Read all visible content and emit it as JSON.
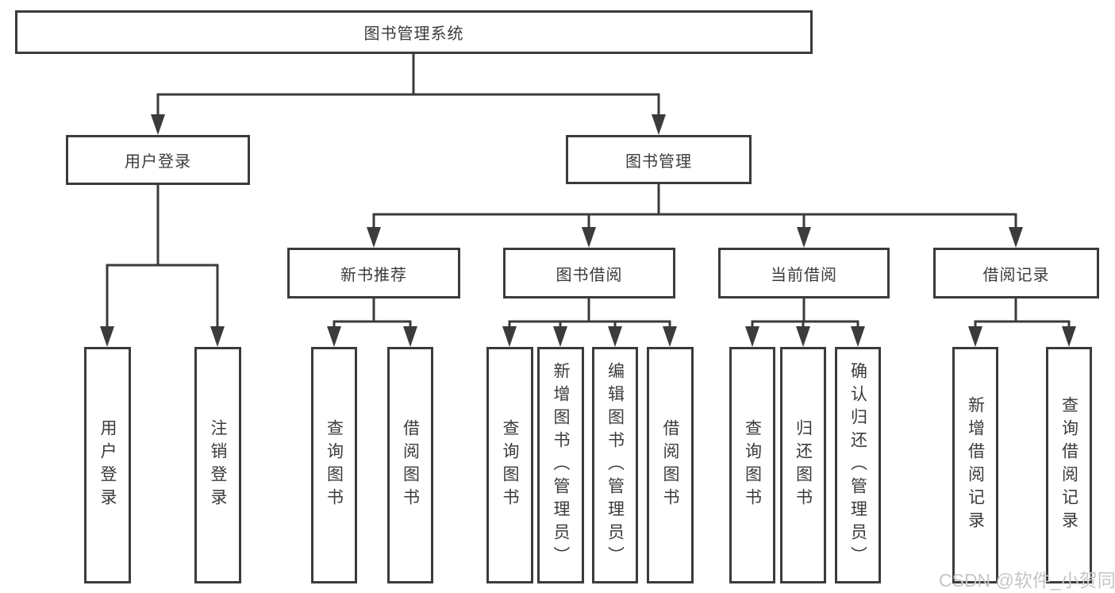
{
  "colors": {
    "line": "#3b3b3b",
    "box_border": "#3b3b3b",
    "text": "#3b3b3b",
    "box_background": "#ffffff",
    "page_background": "#ffffff",
    "watermark": "#c6c6c6"
  },
  "watermark": {
    "text": "CSDN @软件_小贺同学"
  },
  "tree": {
    "label": "图书管理系统",
    "children": [
      {
        "label": "用户登录",
        "children": [
          {
            "label": "用户登录"
          },
          {
            "label": "注销登录"
          }
        ]
      },
      {
        "label": "图书管理",
        "children": [
          {
            "label": "新书推荐",
            "children": [
              {
                "label": "查询图书"
              },
              {
                "label": "借阅图书"
              }
            ]
          },
          {
            "label": "图书借阅",
            "children": [
              {
                "label": "查询图书"
              },
              {
                "label": "新增图书（管理员）"
              },
              {
                "label": "编辑图书（管理员）"
              },
              {
                "label": "借阅图书"
              }
            ]
          },
          {
            "label": "当前借阅",
            "children": [
              {
                "label": "查询图书"
              },
              {
                "label": "归还图书"
              },
              {
                "label": "确认归还（管理员）"
              }
            ]
          },
          {
            "label": "借阅记录",
            "children": [
              {
                "label": "新增借阅记录"
              },
              {
                "label": "查询借阅记录"
              }
            ]
          }
        ]
      }
    ]
  }
}
